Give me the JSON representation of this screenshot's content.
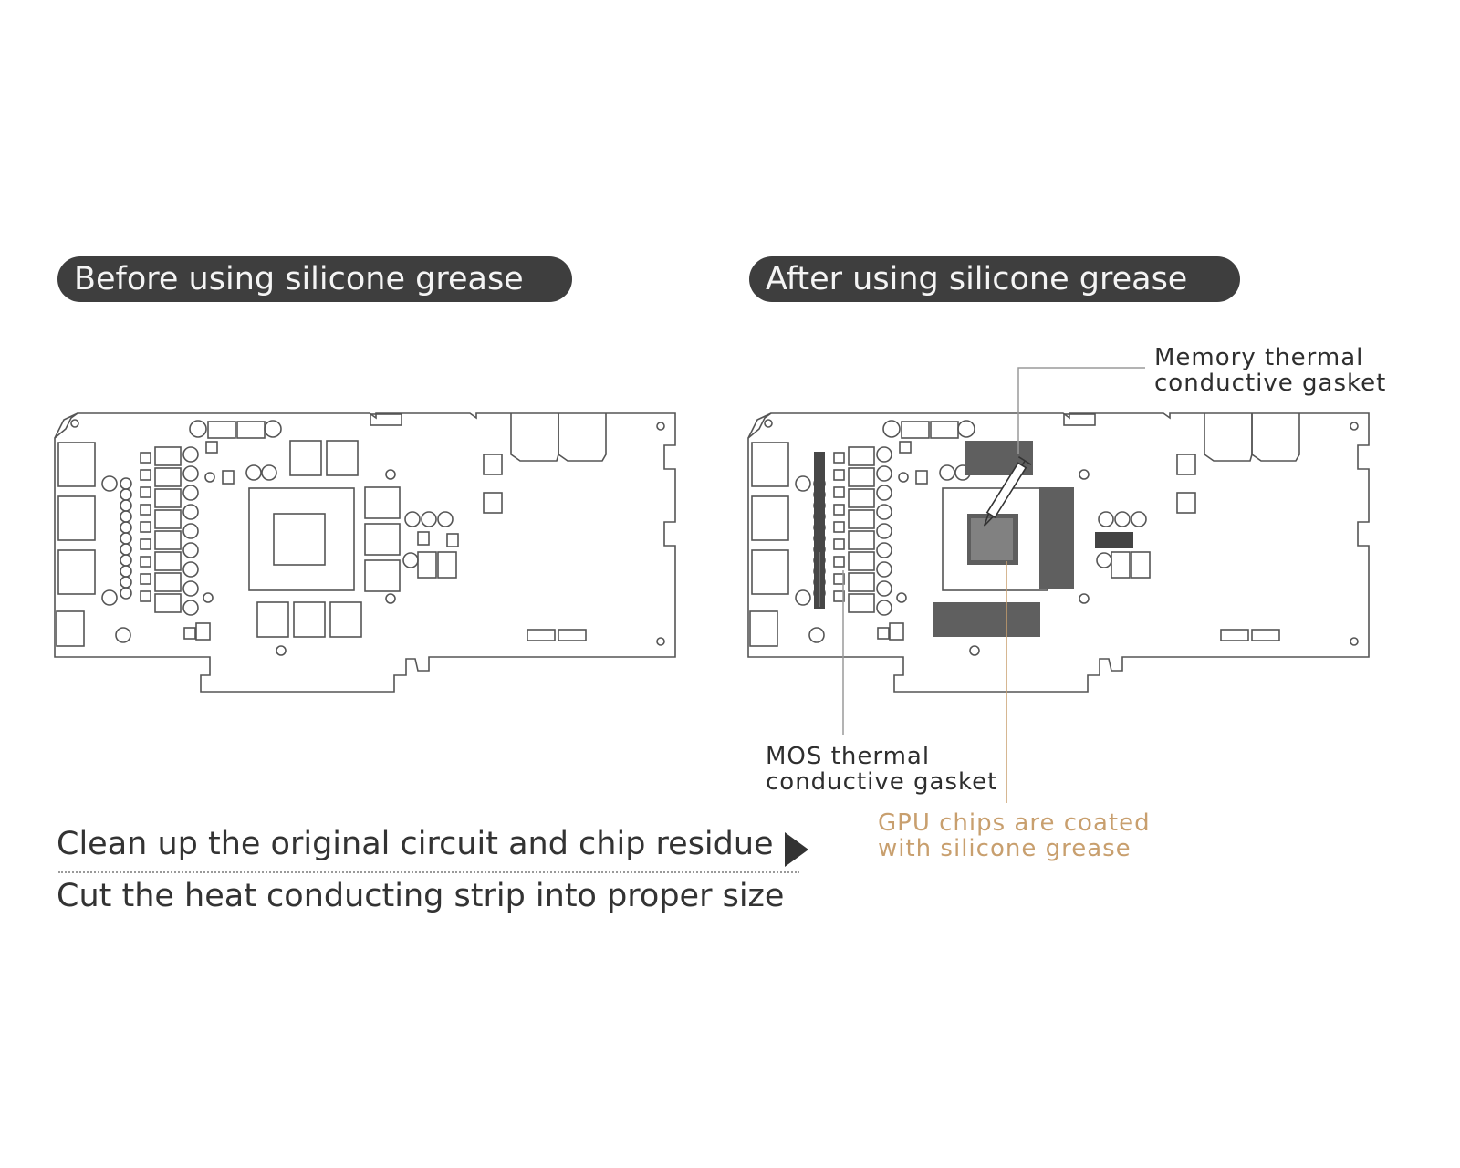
{
  "panels": {
    "before": {
      "title": "Before using silicone grease"
    },
    "after": {
      "title": "After using silicone grease",
      "callouts": {
        "memory": {
          "line1": "Memory thermal",
          "line2": "conductive gasket"
        },
        "mos": {
          "line1": "MOS thermal",
          "line2": "conductive gasket"
        },
        "gpu": {
          "line1": "GPU chips are coated",
          "line2": "with silicone grease"
        }
      }
    }
  },
  "steps": {
    "step1": "Clean up the original circuit and chip residue",
    "step2": "Cut the heat conducting strip into proper size"
  },
  "colors": {
    "pill_bg": "#3e3e3e",
    "line": "#555555",
    "pad": "#5f5f5f",
    "gpu_callout": "#c89f6e"
  }
}
